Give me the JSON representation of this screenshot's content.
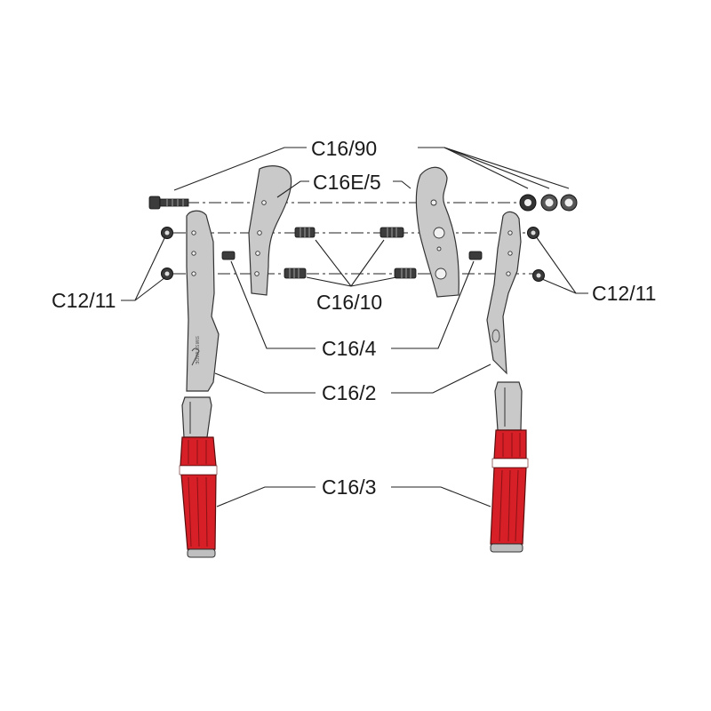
{
  "colors": {
    "grip_red": "#d61f26",
    "metal_grey": "#c9c9c9",
    "line": "#222222"
  },
  "labels": {
    "c16_90": "C16/90",
    "c16e_5": "C16E/5",
    "c12_11_left": "C12/11",
    "c12_11_right": "C12/11",
    "c16_10": "C16/10",
    "c16_4": "C16/4",
    "c16_2": "C16/2",
    "c16_3": "C16/3"
  }
}
